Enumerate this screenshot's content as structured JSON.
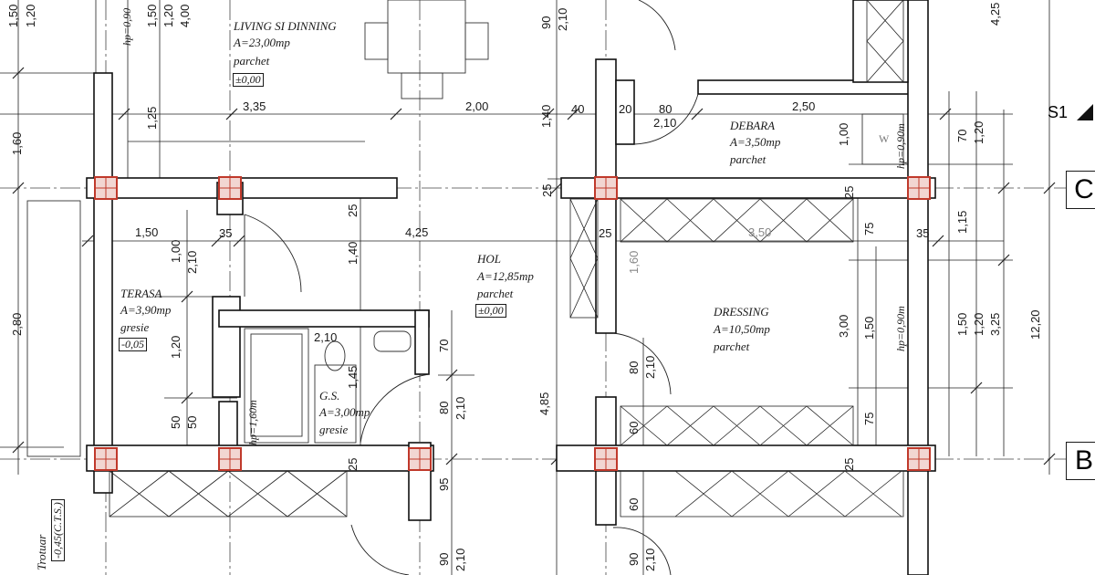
{
  "rooms": {
    "living": {
      "name": "LIVING SI DINNING",
      "area": "A=23,00mp",
      "floor": "parchet",
      "level": "±0,00"
    },
    "debara": {
      "name": "DEBARA",
      "area": "A=3,50mp",
      "floor": "parchet"
    },
    "hol": {
      "name": "HOL",
      "area": "A=12,85mp",
      "floor": "parchet",
      "level": "±0,00"
    },
    "terasa": {
      "name": "TERASA",
      "area": "A=3,90mp",
      "floor": "gresie",
      "level": "-0,05"
    },
    "gs": {
      "name": "G.S.",
      "area": "A=3,00mp",
      "floor": "gresie"
    },
    "dressing": {
      "name": "DRESSING",
      "area": "A=10,50mp",
      "floor": "parchet"
    },
    "trotuar": {
      "name": "Trotuar",
      "level": "-0,45(C.T.S.)"
    }
  },
  "annotations": {
    "hp_090_a": "hp=0,90",
    "hp_090_b": "hp=0,90m",
    "hp_090_c": "hp=0,90m",
    "hp_160": "hp=1,60m",
    "w": "W",
    "section": "S1"
  },
  "grid": {
    "c": "C",
    "b": "B"
  },
  "dimensions": {
    "h1": "3,35",
    "h2": "2,00",
    "h3": "40",
    "h4": "20",
    "h5": "80",
    "h6": "2,50",
    "h7": "2,10",
    "h8": "1,50",
    "h9": "35",
    "h10": "4,25",
    "h11": "3,50",
    "h12": "35",
    "h13": "25",
    "h14": "25",
    "h15": "25",
    "h16": "25",
    "h17": "25",
    "h18": "25",
    "h19": "25",
    "h20": "25",
    "h21": "25",
    "h22": "25",
    "h23": "2,10",
    "v1": "1,50",
    "v2": "1,20",
    "v3": "1,50",
    "v4": "1,20",
    "v5": "4,00",
    "v6": "1,60",
    "v7": "1,25",
    "v8": "2,80",
    "v9": "1,00",
    "v10": "2,10",
    "v11": "1,40",
    "v12": "1,20",
    "v13": "50",
    "v14": "50",
    "v15": "1,45",
    "v16": "90",
    "v17": "2,10",
    "v18": "1,40",
    "v19": "1,60",
    "v20": "70",
    "v21": "80",
    "v22": "2,10",
    "v23": "95",
    "v24": "90",
    "v25": "2,10",
    "v26": "4,85",
    "v27": "80",
    "v28": "2,10",
    "v29": "60",
    "v30": "60",
    "v31": "90",
    "v32": "2,10",
    "v33": "1,00",
    "v34": "75",
    "v35": "3,00",
    "v36": "1,50",
    "v37": "75",
    "v38": "70",
    "v39": "1,20",
    "v40": "1,15",
    "v41": "1,50",
    "v42": "1,20",
    "v43": "3,25",
    "v44": "12,20",
    "v45": "4,25"
  }
}
